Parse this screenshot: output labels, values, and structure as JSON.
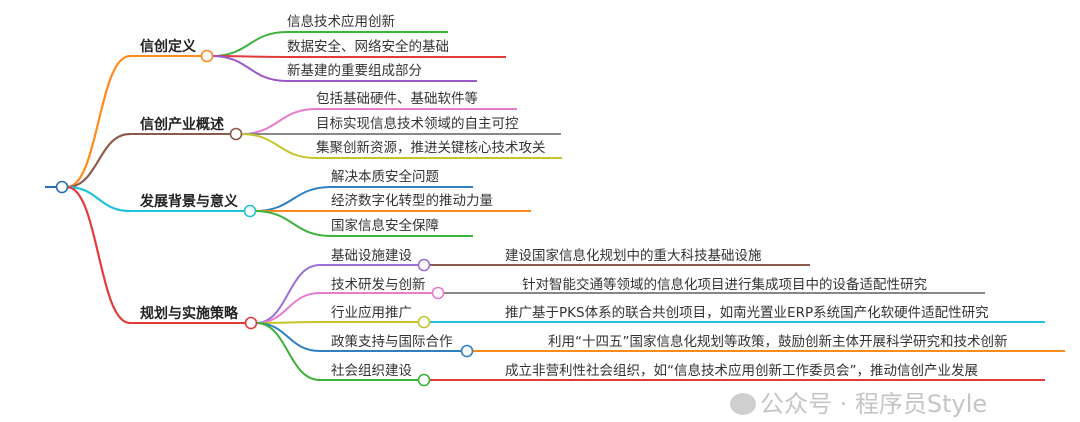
{
  "root": {
    "color": "#2a6fb3"
  },
  "branches": [
    {
      "label": "信创定义",
      "color": "#ff8a1c",
      "children": [
        {
          "label": "信息技术应用创新",
          "color": "#3bb33b"
        },
        {
          "label": "数据安全、网络安全的基础",
          "color": "#e03c3c"
        },
        {
          "label": "新基建的重要组成部分",
          "color": "#9b59c8"
        }
      ]
    },
    {
      "label": "信创产业概述",
      "color": "#8b5a4a",
      "children": [
        {
          "label": "包括基础硬件、基础软件等",
          "color": "#e87ad0"
        },
        {
          "label": "目标实现信息技术领域的自主可控",
          "color": "#888888"
        },
        {
          "label": "集聚创新资源，推进关键核心技术攻关",
          "color": "#c5c52a"
        }
      ]
    },
    {
      "label": "发展背景与意义",
      "color": "#22c3d8",
      "children": [
        {
          "label": "解决本质安全问题",
          "color": "#2f7fc1"
        },
        {
          "label": "经济数字化转型的推动力量",
          "color": "#ff8a1c"
        },
        {
          "label": "国家信息安全保障",
          "color": "#3bb33b"
        }
      ]
    },
    {
      "label": "规划与实施策略",
      "color": "#e03c3c",
      "children": [
        {
          "label": "基础设施建设",
          "color": "#9b6fd8",
          "detail": "建设国家信息化规划中的重大科技基础设施",
          "detail_color": "#8b5a4a"
        },
        {
          "label": "技术研发与创新",
          "color": "#e87ad0",
          "detail": "针对智能交通等领域的信息化项目进行集成项目中的设备适配性研究",
          "detail_color": "#888888"
        },
        {
          "label": "行业应用推广",
          "color": "#c5c52a",
          "detail": "推广基于PKS体系的联合共创项目，如南光置业ERP系统国产化软硬件适配性研究",
          "detail_color": "#22c3d8"
        },
        {
          "label": "政策支持与国际合作",
          "color": "#2f7fc1",
          "detail": "利用“十四五”国家信息化规划等政策，鼓励创新主体开展科学研究和技术创新",
          "detail_color": "#ff8a1c"
        },
        {
          "label": "社会组织建设",
          "color": "#3bb33b",
          "detail": "成立非营利性社会组织，如“信息技术应用创新工作委员会”，推动信创产业发展",
          "detail_color": "#e03c3c"
        }
      ]
    }
  ],
  "watermark": "公众号 · 程序员Style"
}
